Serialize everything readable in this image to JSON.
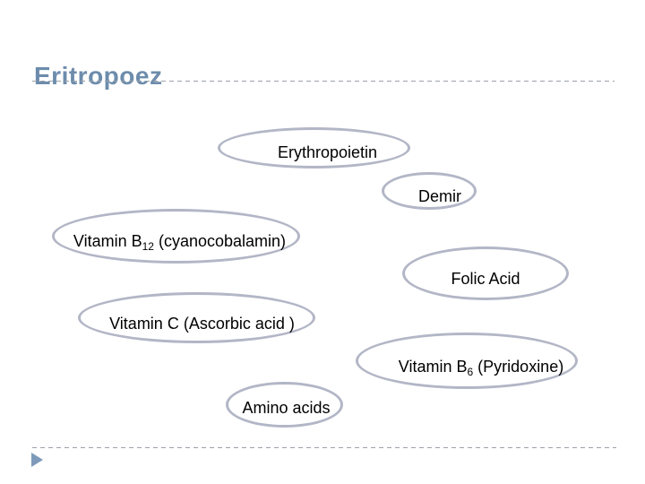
{
  "slide": {
    "title": "Eritropoez"
  },
  "ellipses": [
    {
      "name": "erythropoietin",
      "pre": "Erythropoietin",
      "sub": "",
      "post": ""
    },
    {
      "name": "demir",
      "pre": "Demir",
      "sub": "",
      "post": ""
    },
    {
      "name": "vitamin-b12",
      "pre": "Vitamin B",
      "sub": "12",
      "post": " (cyanocobalamin)"
    },
    {
      "name": "folic-acid",
      "pre": "Folic Acid",
      "sub": "",
      "post": ""
    },
    {
      "name": "vitamin-c",
      "pre": "Vitamin C (Ascorbic acid )",
      "sub": "",
      "post": ""
    },
    {
      "name": "vitamin-b6",
      "pre": "Vitamin B",
      "sub": "6",
      "post": " (Pyridoxine)"
    },
    {
      "name": "amino-acids",
      "pre": "Amino acids",
      "sub": "",
      "post": ""
    }
  ],
  "icons": {
    "footer_arrow": "triangle-right"
  },
  "colors": {
    "title_text": "#6d8cac",
    "ellipse_stroke": "#b2b6c6",
    "ellipse_text": "#000000",
    "dashed_line": "#9aa1a9",
    "footer_arrow": "#7e9aba",
    "background": "#ffffff"
  }
}
